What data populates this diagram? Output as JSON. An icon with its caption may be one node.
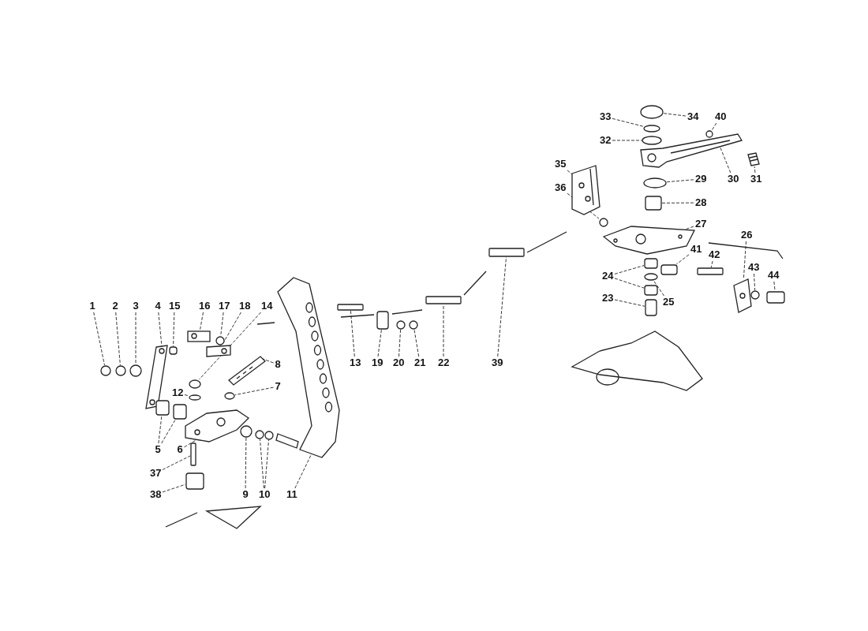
{
  "diagram": {
    "nodes": [
      {
        "text": [
          "33"
        ]
      },
      {
        "text": [
          "34"
        ]
      },
      {
        "text": [
          "40"
        ]
      },
      {
        "text": [
          "32"
        ]
      },
      {
        "text": [
          "35"
        ]
      },
      {
        "text": [
          "30"
        ]
      },
      {
        "text": [
          "31"
        ]
      },
      {
        "text": [
          "29"
        ]
      },
      {
        "text": [
          "36"
        ]
      },
      {
        "text": [
          "28"
        ]
      },
      {
        "text": [
          "27"
        ]
      },
      {
        "text": [
          "26"
        ]
      },
      {
        "text": [
          "41"
        ]
      },
      {
        "text": [
          "42"
        ]
      },
      {
        "text": [
          "24"
        ]
      },
      {
        "text": [
          "43"
        ]
      },
      {
        "text": [
          "44"
        ]
      },
      {
        "text": [
          "23"
        ]
      },
      {
        "text": [
          "25"
        ]
      },
      {
        "text": [
          "1"
        ]
      },
      {
        "text": [
          "2"
        ]
      },
      {
        "text": [
          "3"
        ]
      },
      {
        "text": [
          "4"
        ]
      },
      {
        "text": [
          "15"
        ]
      },
      {
        "text": [
          "16"
        ]
      },
      {
        "text": [
          "17"
        ]
      },
      {
        "text": [
          "18"
        ]
      },
      {
        "text": [
          "14"
        ]
      },
      {
        "text": [
          "13"
        ]
      },
      {
        "text": [
          "19"
        ]
      },
      {
        "text": [
          "20"
        ]
      },
      {
        "text": [
          "21"
        ]
      },
      {
        "text": [
          "22"
        ]
      },
      {
        "text": [
          "39"
        ]
      },
      {
        "text": [
          "8"
        ]
      },
      {
        "text": [
          "7"
        ]
      },
      {
        "text": [
          "12"
        ]
      },
      {
        "text": [
          "5"
        ]
      },
      {
        "text": [
          "6"
        ]
      },
      {
        "text": [
          "37"
        ]
      },
      {
        "text": [
          "38"
        ]
      },
      {
        "text": [
          "9"
        ]
      },
      {
        "text": [
          "10"
        ]
      },
      {
        "text": [
          "11"
        ]
      },
      {
        "text": [],
        "shape": "circle"
      },
      {
        "text": [],
        "shape": "circle"
      },
      {
        "text": [],
        "shape": "circle"
      },
      {
        "text": [],
        "shape": "circle"
      },
      {
        "text": [],
        "shape": "picture"
      },
      {
        "text": [],
        "shape": "picture"
      },
      {
        "text": [],
        "shape": "picture"
      },
      {
        "text": [],
        "shape": "circle"
      },
      {
        "text": [],
        "shape": "circle"
      },
      {
        "text": [],
        "shape": "box"
      },
      {
        "text": [],
        "shape": "picture"
      },
      {
        "text": [],
        "shape": "picture"
      },
      {
        "text": [],
        "shape": "box"
      },
      {
        "text": [],
        "shape": "bar"
      },
      {
        "text": [],
        "shape": "box"
      },
      {
        "text": [],
        "shape": "box"
      },
      {
        "text": [],
        "shape": "circle"
      },
      {
        "text": [],
        "shape": "box"
      },
      {
        "text": [],
        "shape": "box"
      },
      {
        "text": [],
        "shape": "circle"
      },
      {
        "text": [],
        "shape": "circle"
      },
      {
        "text": [],
        "shape": "circle"
      },
      {
        "text": [],
        "shape": "circle"
      },
      {
        "text": [],
        "shape": "picture"
      },
      {
        "text": [],
        "shape": "box"
      },
      {
        "text": [],
        "shape": "picture"
      },
      {
        "text": [],
        "shape": "circle"
      },
      {
        "text": [],
        "shape": "picture"
      },
      {
        "text": [],
        "shape": "circle"
      },
      {
        "text": [],
        "shape": "bar"
      },
      {
        "text": [],
        "shape": "box"
      },
      {
        "text": [],
        "shape": "circle"
      },
      {
        "text": [],
        "shape": "circle"
      },
      {
        "text": [],
        "shape": "bar"
      },
      {
        "text": [],
        "shape": "bar"
      },
      {
        "text": [],
        "shape": "picture"
      },
      {
        "text": [],
        "shape": "circle"
      },
      {
        "text": [],
        "shape": "circle"
      },
      {
        "text": [],
        "shape": "box"
      },
      {
        "text": [],
        "shape": "box"
      },
      {
        "text": [],
        "shape": "picture"
      },
      {
        "text": [],
        "shape": "bar"
      },
      {
        "text": [],
        "shape": "box"
      },
      {
        "text": [],
        "shape": "circle"
      },
      {
        "text": [],
        "shape": "circle"
      },
      {
        "text": [],
        "shape": "circle"
      },
      {
        "text": [],
        "shape": "picture"
      }
    ],
    "edges": [
      {
        "from": 0,
        "to": 44,
        "arrow": "none"
      },
      {
        "from": 1,
        "to": 45,
        "arrow": "none"
      },
      {
        "from": 2,
        "to": 46,
        "arrow": "none"
      },
      {
        "from": 3,
        "to": 47,
        "arrow": "none"
      },
      {
        "from": 4,
        "to": 48,
        "arrow": "none"
      },
      {
        "from": 5,
        "to": 49,
        "arrow": "none"
      },
      {
        "from": 6,
        "to": 50,
        "arrow": "none"
      },
      {
        "from": 7,
        "to": 51,
        "arrow": "none"
      },
      {
        "from": 8,
        "to": 52,
        "arrow": "none"
      },
      {
        "from": 9,
        "to": 53,
        "arrow": "none"
      },
      {
        "from": 10,
        "to": 54,
        "arrow": "none"
      },
      {
        "from": 11,
        "to": 55,
        "arrow": "none"
      },
      {
        "from": 12,
        "to": 56,
        "arrow": "none"
      },
      {
        "from": 13,
        "to": 57,
        "arrow": "none"
      },
      {
        "from": 14,
        "to": 58,
        "arrow": "none"
      },
      {
        "from": 14,
        "to": 59,
        "arrow": "none"
      },
      {
        "from": 15,
        "to": 60,
        "arrow": "none"
      },
      {
        "from": 16,
        "to": 61,
        "arrow": "none"
      },
      {
        "from": 17,
        "to": 62,
        "arrow": "none"
      },
      {
        "from": 18,
        "to": 63,
        "arrow": "none"
      },
      {
        "from": 19,
        "to": 64,
        "arrow": "none"
      },
      {
        "from": 20,
        "to": 65,
        "arrow": "none"
      },
      {
        "from": 21,
        "to": 66,
        "arrow": "none"
      },
      {
        "from": 22,
        "to": 67,
        "arrow": "none"
      },
      {
        "from": 23,
        "to": 68,
        "arrow": "none"
      },
      {
        "from": 24,
        "to": 69,
        "arrow": "none"
      },
      {
        "from": 25,
        "to": 70,
        "arrow": "none"
      },
      {
        "from": 26,
        "to": 71,
        "arrow": "none"
      },
      {
        "from": 27,
        "to": 72,
        "arrow": "none"
      },
      {
        "from": 28,
        "to": 73,
        "arrow": "none"
      },
      {
        "from": 29,
        "to": 74,
        "arrow": "none"
      },
      {
        "from": 30,
        "to": 75,
        "arrow": "none"
      },
      {
        "from": 31,
        "to": 76,
        "arrow": "none"
      },
      {
        "from": 32,
        "to": 77,
        "arrow": "none"
      },
      {
        "from": 33,
        "to": 78,
        "arrow": "none"
      },
      {
        "from": 34,
        "to": 79,
        "arrow": "none"
      },
      {
        "from": 35,
        "to": 80,
        "arrow": "none"
      },
      {
        "from": 36,
        "to": 81,
        "arrow": "none"
      },
      {
        "from": 37,
        "to": 82,
        "arrow": "none"
      },
      {
        "from": 37,
        "to": 83,
        "arrow": "none"
      },
      {
        "from": 38,
        "to": 84,
        "arrow": "none"
      },
      {
        "from": 39,
        "to": 85,
        "arrow": "none"
      },
      {
        "from": 40,
        "to": 86,
        "arrow": "none"
      },
      {
        "from": 41,
        "to": 87,
        "arrow": "none"
      },
      {
        "from": 42,
        "to": 88,
        "arrow": "none"
      },
      {
        "from": 42,
        "to": 89,
        "arrow": "none"
      },
      {
        "from": 43,
        "to": 90,
        "arrow": "none"
      }
    ]
  }
}
